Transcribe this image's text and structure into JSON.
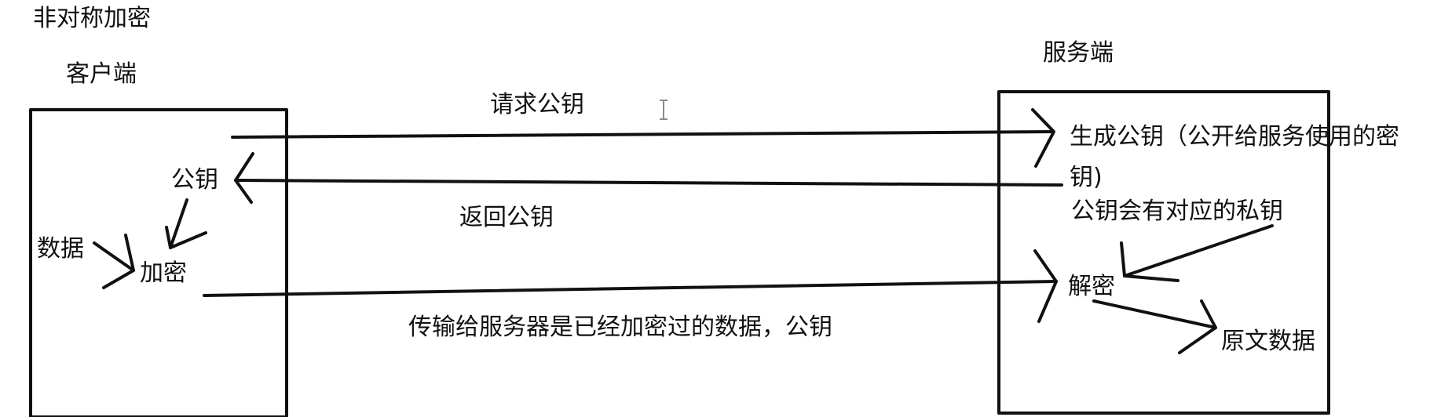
{
  "title": "非对称加密",
  "client": {
    "heading": "客户端",
    "public_key": "公钥",
    "data": "数据",
    "encrypt": "加密"
  },
  "server": {
    "heading": "服务端",
    "generate_line1": "生成公钥（公开给服务使用的密",
    "generate_line2": "钥)",
    "private_key_note": "公钥会有对应的私钥",
    "decrypt": "解密",
    "plaintext": "原文数据"
  },
  "arrows": {
    "request_key": "请求公钥",
    "return_key": "返回公钥",
    "transmit": "传输给服务器是已经加密过的数据，公钥"
  },
  "colors": {
    "ink": "#111111",
    "background": "#ffffff",
    "cursor": "#8a8a8a"
  }
}
